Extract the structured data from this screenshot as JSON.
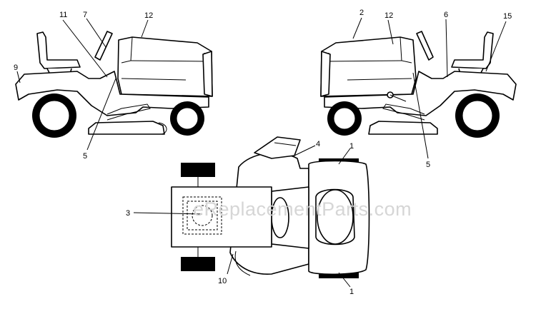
{
  "watermark": "eReplacementParts.com",
  "callouts": {
    "left_11": "11",
    "left_7": "7",
    "left_12": "12",
    "left_9": "9",
    "left_5": "5",
    "right_2": "2",
    "right_12": "12",
    "right_6": "6",
    "right_15": "15",
    "right_5": "5",
    "top_4": "4",
    "top_1_upper": "1",
    "top_3": "3",
    "top_10": "10",
    "top_1_lower": "1"
  }
}
